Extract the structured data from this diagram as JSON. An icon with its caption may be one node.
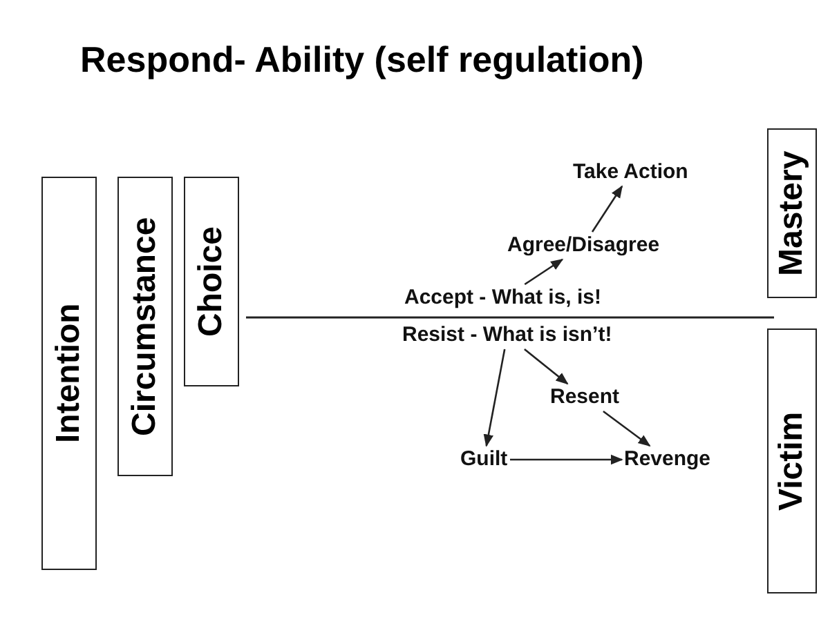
{
  "diagram": {
    "title": "Respond- Ability (self regulation)",
    "nodes": [
      {
        "text": [
          "Intention"
        ]
      },
      {
        "text": [
          "Circumstance"
        ]
      },
      {
        "text": [
          "Choice"
        ]
      },
      {
        "text": [
          "Take Action"
        ]
      },
      {
        "text": [
          "Agree/Disagree"
        ]
      },
      {
        "text": [
          "Accept - What is, is!"
        ]
      },
      {
        "text": [
          "Resist - What is isn’t!"
        ]
      },
      {
        "text": [
          "Resent"
        ]
      },
      {
        "text": [
          "Guilt"
        ]
      },
      {
        "text": [
          "Revenge"
        ]
      },
      {
        "text": [
          "Mastery"
        ]
      },
      {
        "text": [
          "Victim"
        ]
      }
    ],
    "edges": [
      {
        "from": 5,
        "to": 4,
        "arrow": "to"
      },
      {
        "from": 4,
        "to": 3,
        "arrow": "to"
      },
      {
        "from": 6,
        "to": 7,
        "arrow": "to"
      },
      {
        "from": 6,
        "to": 8,
        "arrow": "to"
      },
      {
        "from": 7,
        "to": 9,
        "arrow": "to"
      },
      {
        "from": 8,
        "to": 9,
        "arrow": "to"
      }
    ]
  }
}
